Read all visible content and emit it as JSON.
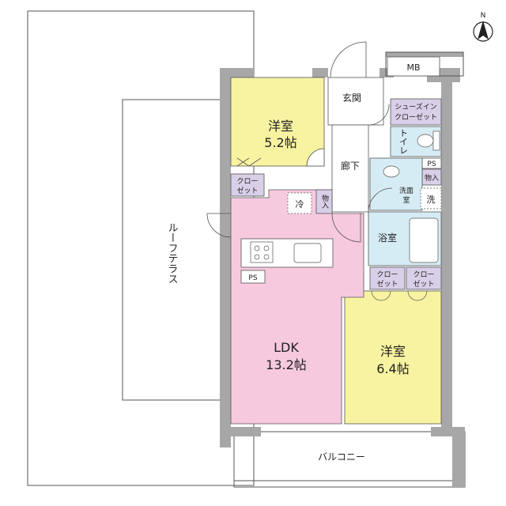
{
  "plan": {
    "compass_label": "N",
    "rooms": {
      "western_room_1": {
        "name": "洋室",
        "size": "5.2帖",
        "color": "#f7f3a1"
      },
      "western_room_2": {
        "name": "洋室",
        "size": "6.4帖",
        "color": "#f7f3a1"
      },
      "ldk": {
        "name": "LDK",
        "size": "13.2帖",
        "color": "#f7c9df"
      },
      "bath": {
        "name": "浴室",
        "color": "#d6ecf4"
      },
      "washroom": {
        "name": "洗面室",
        "color": "#d6ecf4"
      },
      "toilet": {
        "name": "トイレ",
        "color": "#d6ecf4"
      },
      "entrance": {
        "name": "玄関"
      },
      "hallway": {
        "name": "廊下"
      },
      "shoes_in_closet": {
        "line1": "シューズイン",
        "line2": "クローゼット",
        "color": "#d9cfe8"
      }
    },
    "storage": {
      "closet_line1": "クロー",
      "closet_line2": "ゼット",
      "storage_label": "物入",
      "storage_color": "#d9cfe8"
    },
    "fixtures": {
      "fridge": "冷",
      "washer": "洗",
      "pipe_space": "PS",
      "meter_box": "MB"
    },
    "outdoor": {
      "roof_terrace": "ルーフテラス",
      "balcony": "バルコニー"
    }
  }
}
